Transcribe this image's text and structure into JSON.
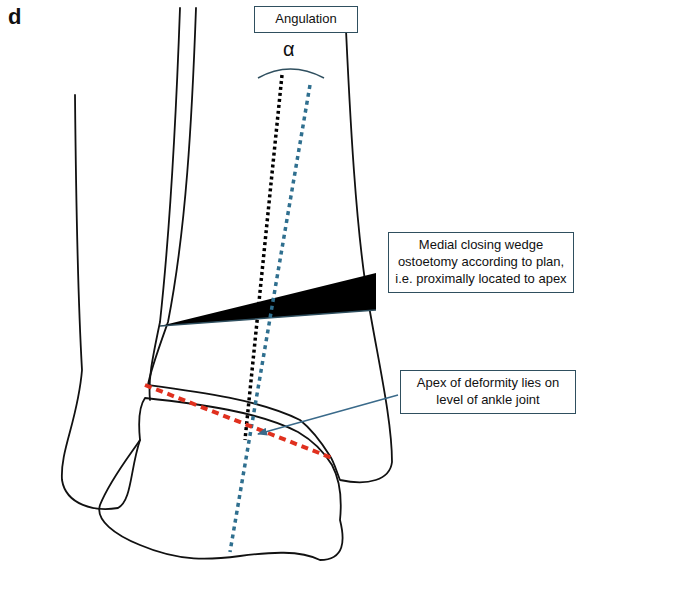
{
  "diagram": {
    "nodes": [
      {
        "text": [
          "Angulation"
        ]
      },
      {
        "text": [
          "Medial closing wedge ostoetomy according to plan, i.e. proximally located to apex"
        ]
      },
      {
        "text": [
          "Apex of deformity lies on level of ankle joint"
        ]
      }
    ],
    "labels": [
      "d",
      "α"
    ]
  }
}
